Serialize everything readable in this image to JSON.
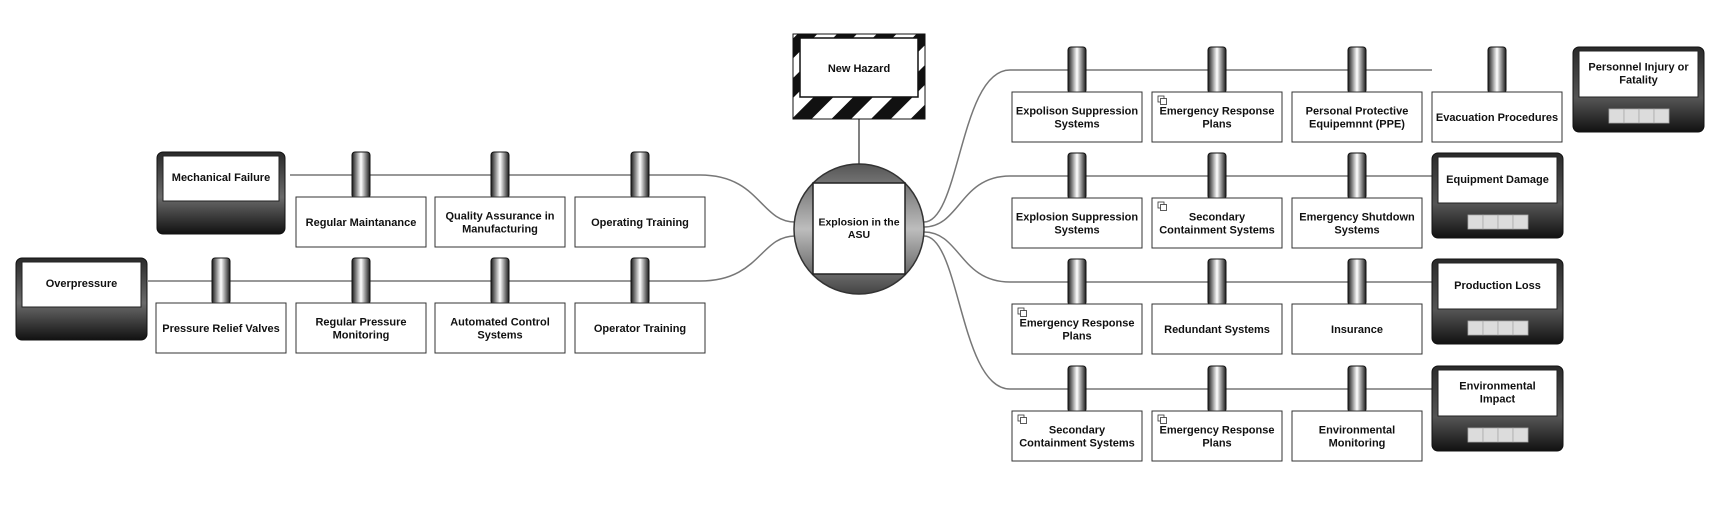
{
  "hazard": {
    "label": "New Hazard"
  },
  "top_event": {
    "lines": [
      "Explosion in the",
      "ASU"
    ]
  },
  "threats": [
    {
      "lines": [
        "Mechanical Failure"
      ],
      "barriers": [
        {
          "lines": [
            "Regular Maintanance"
          ],
          "linked": false
        },
        {
          "lines": [
            "Quality Assurance in",
            "Manufacturing"
          ],
          "linked": false
        },
        {
          "lines": [
            "Operating Training"
          ],
          "linked": false
        }
      ]
    },
    {
      "lines": [
        "Overpressure"
      ],
      "barriers": [
        {
          "lines": [
            "Pressure Relief Valves"
          ],
          "linked": false
        },
        {
          "lines": [
            "Regular Pressure",
            "Monitoring"
          ],
          "linked": false
        },
        {
          "lines": [
            "Automated Control",
            "Systems"
          ],
          "linked": false
        },
        {
          "lines": [
            "Operator Training"
          ],
          "linked": false
        }
      ]
    }
  ],
  "consequences": [
    {
      "lines": [
        "Personnel Injury or",
        "Fatality"
      ],
      "barriers": [
        {
          "lines": [
            "Expolison Suppression",
            "Systems"
          ],
          "linked": false
        },
        {
          "lines": [
            "Emergency Response",
            "Plans"
          ],
          "linked": true
        },
        {
          "lines": [
            "Personal Protective",
            "Equipemnnt (PPE)"
          ],
          "linked": false
        },
        {
          "lines": [
            "Evacuation Procedures"
          ],
          "linked": false
        }
      ]
    },
    {
      "lines": [
        "Equipment Damage"
      ],
      "barriers": [
        {
          "lines": [
            "Explosion Suppression",
            "Systems"
          ],
          "linked": false
        },
        {
          "lines": [
            "Secondary",
            "Containment Systems"
          ],
          "linked": true
        },
        {
          "lines": [
            "Emergency Shutdown",
            "Systems"
          ],
          "linked": false
        }
      ]
    },
    {
      "lines": [
        "Production Loss"
      ],
      "barriers": [
        {
          "lines": [
            "Emergency Response",
            "Plans"
          ],
          "linked": true
        },
        {
          "lines": [
            "Redundant Systems"
          ],
          "linked": false
        },
        {
          "lines": [
            "Insurance"
          ],
          "linked": false
        }
      ]
    },
    {
      "lines": [
        "Environmental",
        "Impact"
      ],
      "barriers": [
        {
          "lines": [
            "Secondary",
            "Containment Systems"
          ],
          "linked": true
        },
        {
          "lines": [
            "Emergency Response",
            "Plans"
          ],
          "linked": true
        },
        {
          "lines": [
            "Environmental",
            "Monitoring"
          ],
          "linked": false
        }
      ]
    }
  ]
}
